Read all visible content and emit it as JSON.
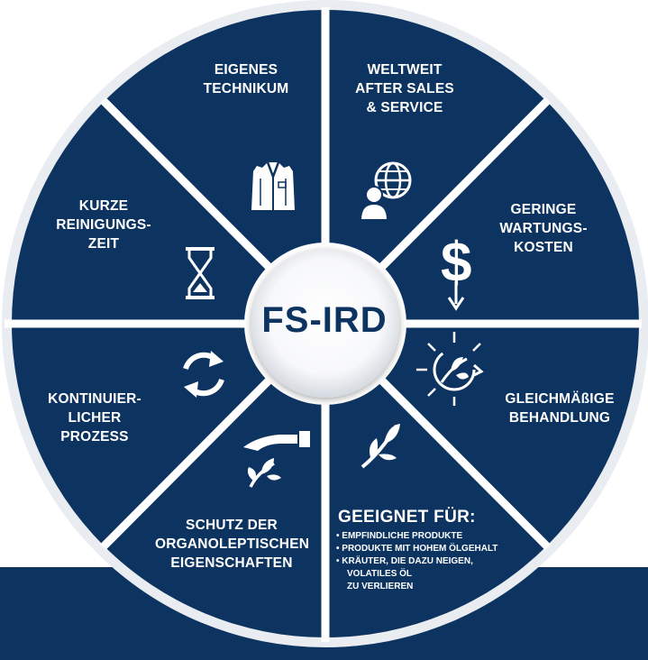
{
  "center": {
    "title": "FS-IRD"
  },
  "segments": {
    "technikum": {
      "lines": [
        "EIGENES",
        "TECHNIKUM"
      ],
      "icon": "lab-coat-icon"
    },
    "after_sales": {
      "lines": [
        "WELTWEIT",
        "AFTER SALES",
        "& SERVICE"
      ],
      "icon": "globe-person-icon"
    },
    "wartung": {
      "lines": [
        "GERINGE",
        "WARTUNGS-",
        "KOSTEN"
      ],
      "icon": "dollar-down-icon"
    },
    "behandlung": {
      "lines": [
        "GLEICHMÄßIGE",
        "BEHANDLUNG"
      ],
      "icon": "sun-leaf-icon"
    },
    "geeignet": {
      "title": "GEEIGNET FÜR:",
      "items": [
        "• EMPFINDLICHE PRODUKTE",
        "• PRODUKTE MIT HOHEM ÖLGEHALT",
        "• KRÄUTER, DIE DAZU NEIGEN,",
        "VOLATILES ÖL",
        "ZU VERLIEREN"
      ],
      "icon": "leaf-icon"
    },
    "schutz": {
      "lines": [
        "SCHUTZ DER",
        "ORGANOLEPTISCHEN",
        "EIGENSCHAFTEN"
      ],
      "icon": "hand-leaf-icon"
    },
    "kontinuierlich": {
      "lines": [
        "KONTINUIER-",
        "LICHER",
        "PROZESS"
      ],
      "icon": "cycle-arrows-icon"
    },
    "reinigung": {
      "lines": [
        "KURZE",
        "REINIGUNGS-",
        "ZEIT"
      ],
      "icon": "hourglass-icon"
    }
  },
  "colors": {
    "segment": "#0d3461",
    "divider": "#ffffff",
    "center_text": "#0d3461",
    "text": "#ffffff"
  }
}
